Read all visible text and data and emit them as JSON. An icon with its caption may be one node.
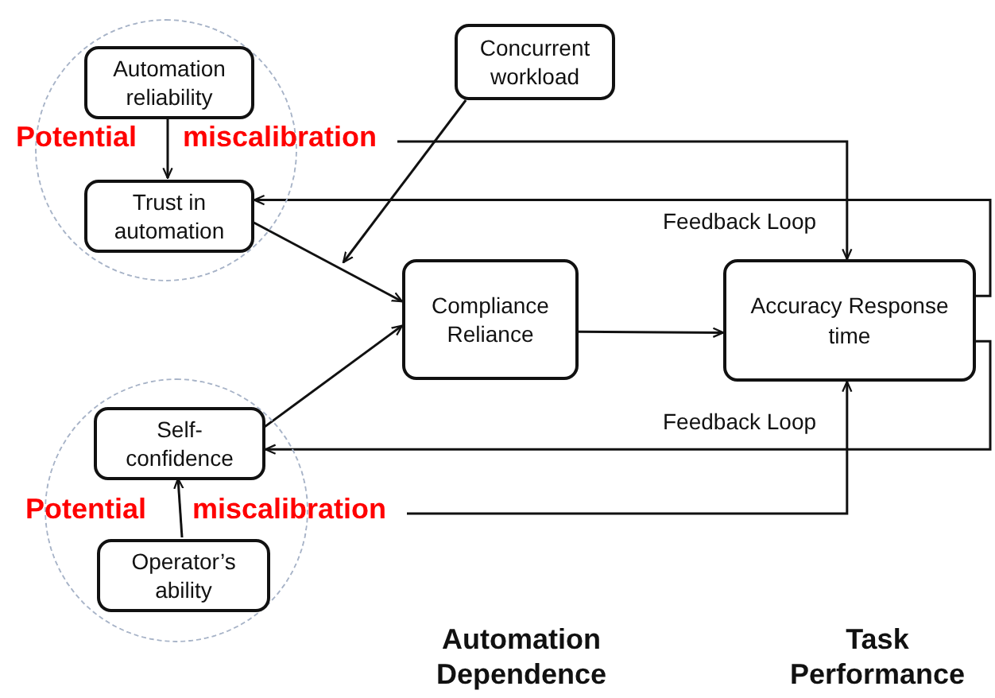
{
  "diagram": {
    "nodes": [
      {
        "text": [],
        "shape": "circle"
      },
      {
        "text": [
          "Automation reliability"
        ],
        "in": 0
      },
      {
        "text": [
          "Trust in automation"
        ],
        "in": 0
      },
      {
        "text": [
          "Potential miscalibration"
        ]
      },
      {
        "text": [
          "Concurrent workload"
        ]
      },
      {
        "text": [
          "Compliance Reliance"
        ]
      },
      {
        "text": [
          "Accuracy Response time"
        ]
      },
      {
        "text": [],
        "shape": "circle"
      },
      {
        "text": [
          "Self-confidence"
        ],
        "in": 7
      },
      {
        "text": [
          "Operator’s ability"
        ],
        "in": 7
      },
      {
        "text": [
          "Potential miscalibration"
        ]
      }
    ],
    "edges": [
      {
        "from": 1,
        "to": 2,
        "arrow": "to"
      },
      {
        "from": 2,
        "to": 5,
        "arrow": "to"
      },
      {
        "from": 4,
        "to": null,
        "arrow": "to"
      },
      {
        "from": 8,
        "to": 5,
        "arrow": "to"
      },
      {
        "from": 9,
        "to": 8,
        "arrow": "to"
      },
      {
        "from": 5,
        "to": 6,
        "arrow": "to"
      },
      {
        "from": 3,
        "to": 6,
        "arrow": "to"
      },
      {
        "from": 10,
        "to": 6,
        "arrow": "to"
      },
      {
        "from": 6,
        "to": 2,
        "arrow": "to",
        "label": "Feedback Loop"
      },
      {
        "from": 6,
        "to": 8,
        "arrow": "to",
        "label": "Feedback Loop"
      }
    ],
    "labels": [
      "Automation Dependence",
      "Task Performance"
    ]
  }
}
